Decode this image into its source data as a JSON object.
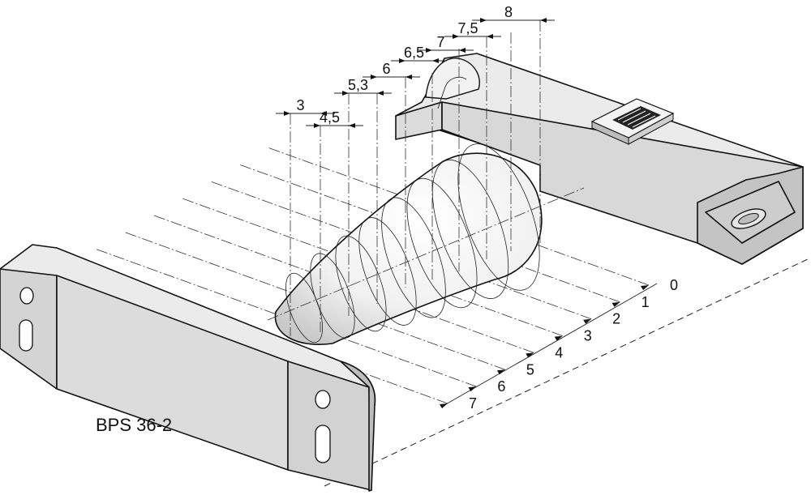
{
  "model_label": "BPS 36-2",
  "spot_widths": [
    "3",
    "4,5",
    "5,3",
    "6",
    "6,5",
    "7",
    "7,5",
    "8"
  ],
  "distances": [
    "0",
    "1",
    "2",
    "3",
    "4",
    "5",
    "6",
    "7"
  ],
  "colors": {
    "line": "#222222",
    "body": "#dcdcdc",
    "body_top": "#ebebeb",
    "body_side": "#c4c4c4",
    "cone_light": "#ffffff",
    "cone_shade": "#cfcfcf"
  }
}
